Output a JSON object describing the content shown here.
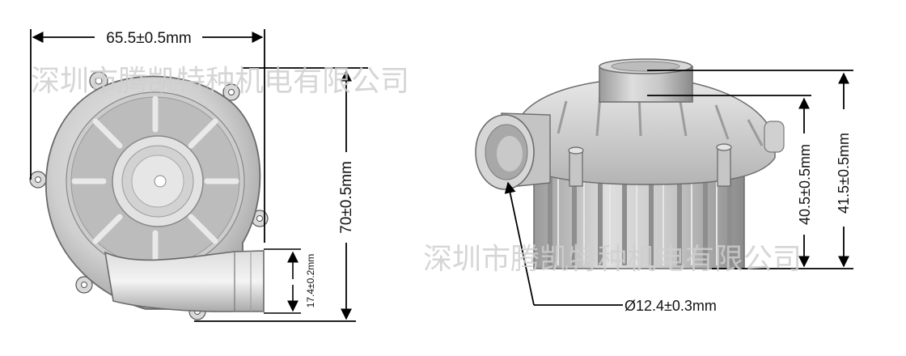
{
  "watermarks": {
    "top": "深圳市腾凯特种机电有限公司",
    "bottom": "深圳市腾凯特种机电有限公司"
  },
  "dimensions": {
    "width": "65.5±0.5mm",
    "height": "70±0.5mm",
    "outlet": "17.4±0.2mm",
    "inner_height": "40.5±0.5mm",
    "total_height": "41.5±0.5mm",
    "inlet_diameter": "Ø12.4±0.3mm"
  },
  "colors": {
    "line": "#000000",
    "body_light": "#e4e4e4",
    "body_mid": "#bdbdbd",
    "body_dark": "#8c8c8c"
  }
}
